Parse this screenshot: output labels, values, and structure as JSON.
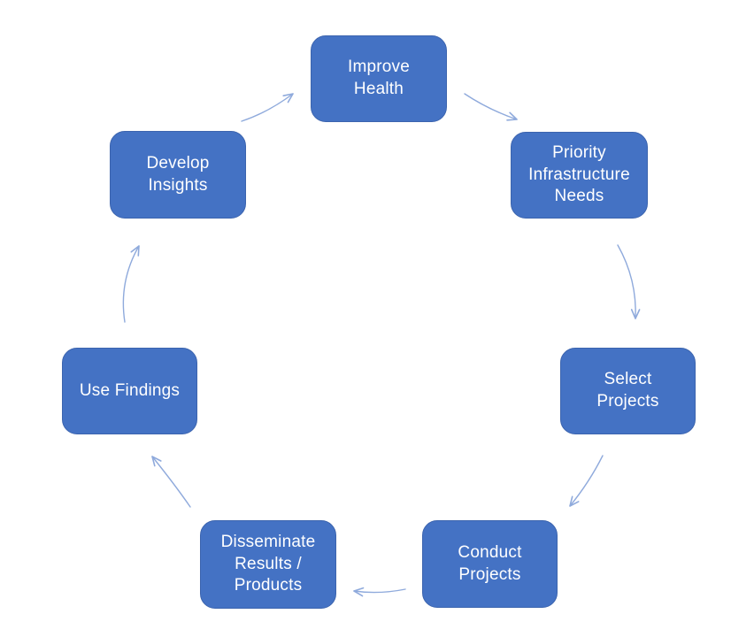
{
  "colors": {
    "node_fill": "#4472C4",
    "node_border": "#3C64AE",
    "node_text": "#FFFFFF",
    "arrow": "#8FAADC",
    "background": "#FFFFFF"
  },
  "nodes": [
    {
      "id": "improve-health",
      "label": "Improve\nHealth"
    },
    {
      "id": "priority-infrastructure-needs",
      "label": "Priority\nInfrastructure\nNeeds"
    },
    {
      "id": "select-projects",
      "label": "Select\nProjects"
    },
    {
      "id": "conduct-projects",
      "label": "Conduct\nProjects"
    },
    {
      "id": "disseminate-results-products",
      "label": "Disseminate\nResults /\nProducts"
    },
    {
      "id": "use-findings",
      "label": "Use Findings"
    },
    {
      "id": "develop-insights",
      "label": "Develop\nInsights"
    }
  ],
  "edges": [
    {
      "from": "improve-health",
      "to": "priority-infrastructure-needs"
    },
    {
      "from": "priority-infrastructure-needs",
      "to": "select-projects"
    },
    {
      "from": "select-projects",
      "to": "conduct-projects"
    },
    {
      "from": "conduct-projects",
      "to": "disseminate-results-products"
    },
    {
      "from": "disseminate-results-products",
      "to": "use-findings"
    },
    {
      "from": "use-findings",
      "to": "develop-insights"
    },
    {
      "from": "develop-insights",
      "to": "improve-health"
    }
  ]
}
